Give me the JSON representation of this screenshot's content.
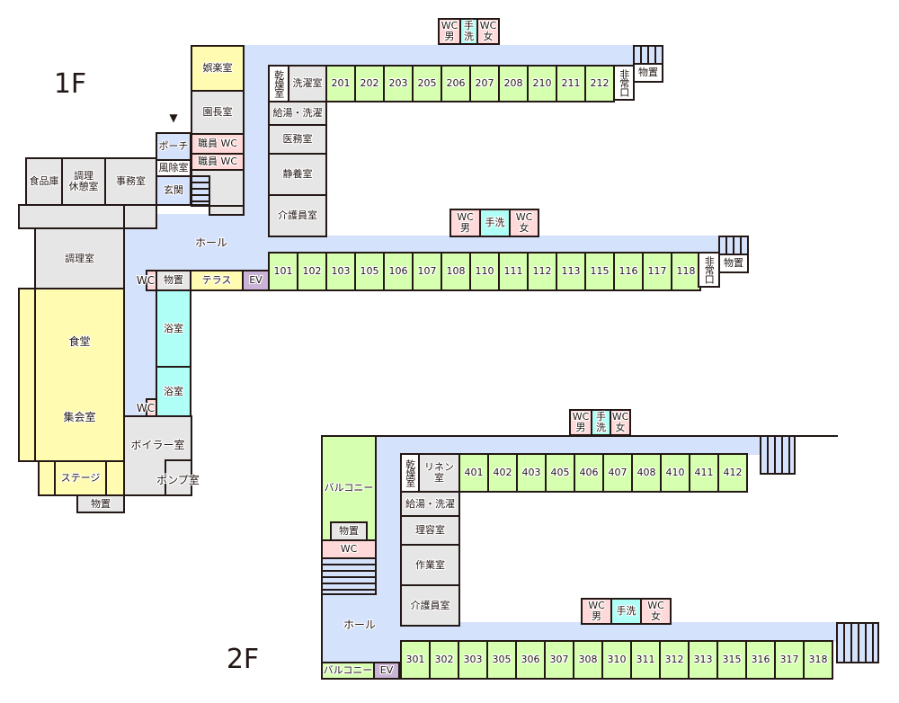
{
  "floor1": {
    "label": "1F",
    "hall": "ホール",
    "entrance_marker": "▼",
    "rooms_top": [
      "201",
      "202",
      "203",
      "205",
      "206",
      "207",
      "208",
      "210",
      "211",
      "212"
    ],
    "rooms_bottom": [
      "101",
      "102",
      "103",
      "105",
      "106",
      "107",
      "108",
      "110",
      "111",
      "112",
      "113",
      "115",
      "116",
      "117",
      "118"
    ],
    "facilities": {
      "kanso": "乾燥室",
      "sentaku": "洗濯室",
      "kyuto": "給湯・洗濯",
      "imu": "医務室",
      "seiyo": "静養室",
      "kaigo": "介護員室",
      "hijo_top": "非常口",
      "monooki_top": "物置",
      "hijo_mid": "非常口",
      "monooki_mid": "物置",
      "goraku": "娯楽室",
      "encho": "園長室",
      "staff_wc1": "職員 WC",
      "staff_wc2": "職員 WC",
      "porch": "ポーチ",
      "fujo": "風除室",
      "genkan": "玄関",
      "shokuhin": "食品庫",
      "chori_kyukei": "調理\n休憩室",
      "jimu": "事務室",
      "chori": "調理室",
      "shokudo": "食堂",
      "shukai": "集会室",
      "stage": "ステージ",
      "monooki_stage": "物置",
      "boiler": "ボイラー室",
      "pump": "ポンプ室",
      "bath1": "浴室",
      "bath2": "浴室",
      "wc_a": "WC",
      "wc_b": "WC",
      "monooki_hall": "物置",
      "terrace": "テラス",
      "ev": "EV"
    },
    "wc_top": {
      "men": "WC\n男",
      "wash": "手洗",
      "women": "WC\n女"
    },
    "wc_mid": {
      "men": "WC\n男",
      "wash": "手洗",
      "women": "WC\n女"
    }
  },
  "floor2": {
    "label": "2F",
    "hall": "ホール",
    "rooms_top": [
      "401",
      "402",
      "403",
      "405",
      "406",
      "407",
      "408",
      "410",
      "411",
      "412"
    ],
    "rooms_bottom": [
      "301",
      "302",
      "303",
      "305",
      "306",
      "307",
      "308",
      "310",
      "311",
      "312",
      "313",
      "315",
      "316",
      "317",
      "318"
    ],
    "facilities": {
      "kanso": "乾燥室",
      "linen": "リネン\n室",
      "kyuto": "給湯・洗濯",
      "riyo": "理容室",
      "sagyo": "作業室",
      "kaigo": "介護員室",
      "balcony_top": "バルコニー",
      "monooki": "物置",
      "wc": "WC",
      "balcony_bottom": "バルコニー",
      "ev": "EV"
    },
    "wc_top": {
      "men": "WC\n男",
      "wash": "手洗",
      "women": "WC\n女"
    },
    "wc_mid": {
      "men": "WC\n男",
      "wash": "手洗",
      "women": "WC\n女"
    }
  }
}
